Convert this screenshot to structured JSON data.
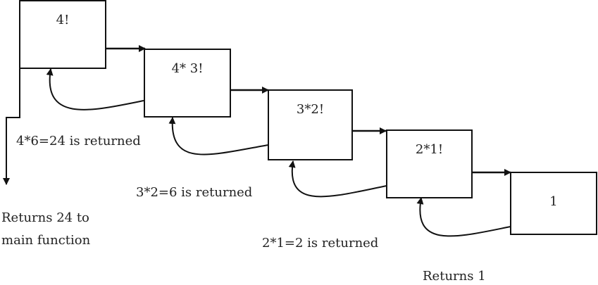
{
  "boxes": [
    {
      "name": "box-4-factorial",
      "label": "4!"
    },
    {
      "name": "box-4-times-3-factorial",
      "label": "4* 3!"
    },
    {
      "name": "box-3-times-2-factorial",
      "label": "3*2!"
    },
    {
      "name": "box-2-times-1-factorial",
      "label": "2*1!"
    },
    {
      "name": "box-1",
      "label": "1"
    }
  ],
  "returns": [
    "4*6=24 is returned",
    "3*2=6 is returned",
    "2*1=2 is returned",
    "Returns 1"
  ],
  "final_return": {
    "line1": "Returns 24 to",
    "line2": "main function"
  }
}
